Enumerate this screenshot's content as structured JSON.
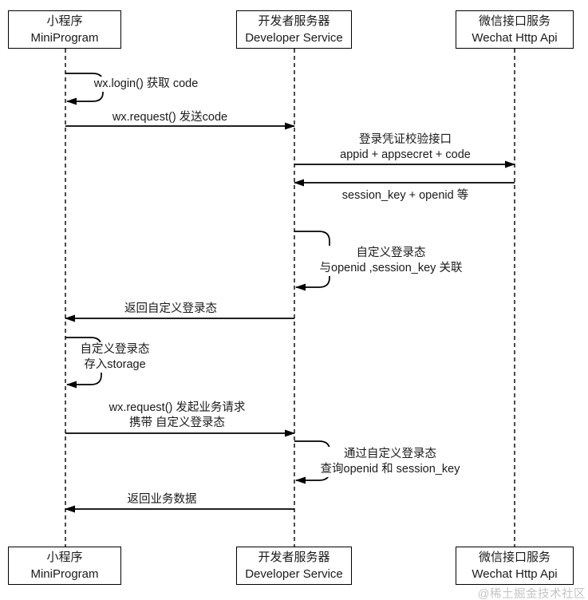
{
  "actors": [
    {
      "zh": "小程序",
      "en": "MiniProgram"
    },
    {
      "zh": "开发者服务器",
      "en": "Developer Service"
    },
    {
      "zh": "微信接口服务",
      "en": "Wechat Http Api"
    }
  ],
  "messages": {
    "m1": {
      "text": "wx.login() 获取 code"
    },
    "m2": {
      "text": "wx.request() 发送code"
    },
    "m3": {
      "line1": "登录凭证校验接口",
      "line2": "appid + appsecret + code"
    },
    "m4": {
      "text": "session_key + openid 等"
    },
    "m5": {
      "line1": "自定义登录态",
      "line2": "与openid ,session_key 关联"
    },
    "m6": {
      "text": "返回自定义登录态"
    },
    "m7": {
      "line1": "自定义登录态",
      "line2": "存入storage"
    },
    "m8": {
      "line1": "wx.request() 发起业务请求",
      "line2": "携带 自定义登录态"
    },
    "m9": {
      "line1": "通过自定义登录态",
      "line2": "查询openid 和 session_key"
    },
    "m10": {
      "text": "返回业务数据"
    }
  },
  "watermark": "@稀土掘金技术社区",
  "colors": {
    "line": "#000000",
    "text": "#1a1a1a",
    "watermark": "#c4c4c4",
    "background": "#ffffff"
  }
}
